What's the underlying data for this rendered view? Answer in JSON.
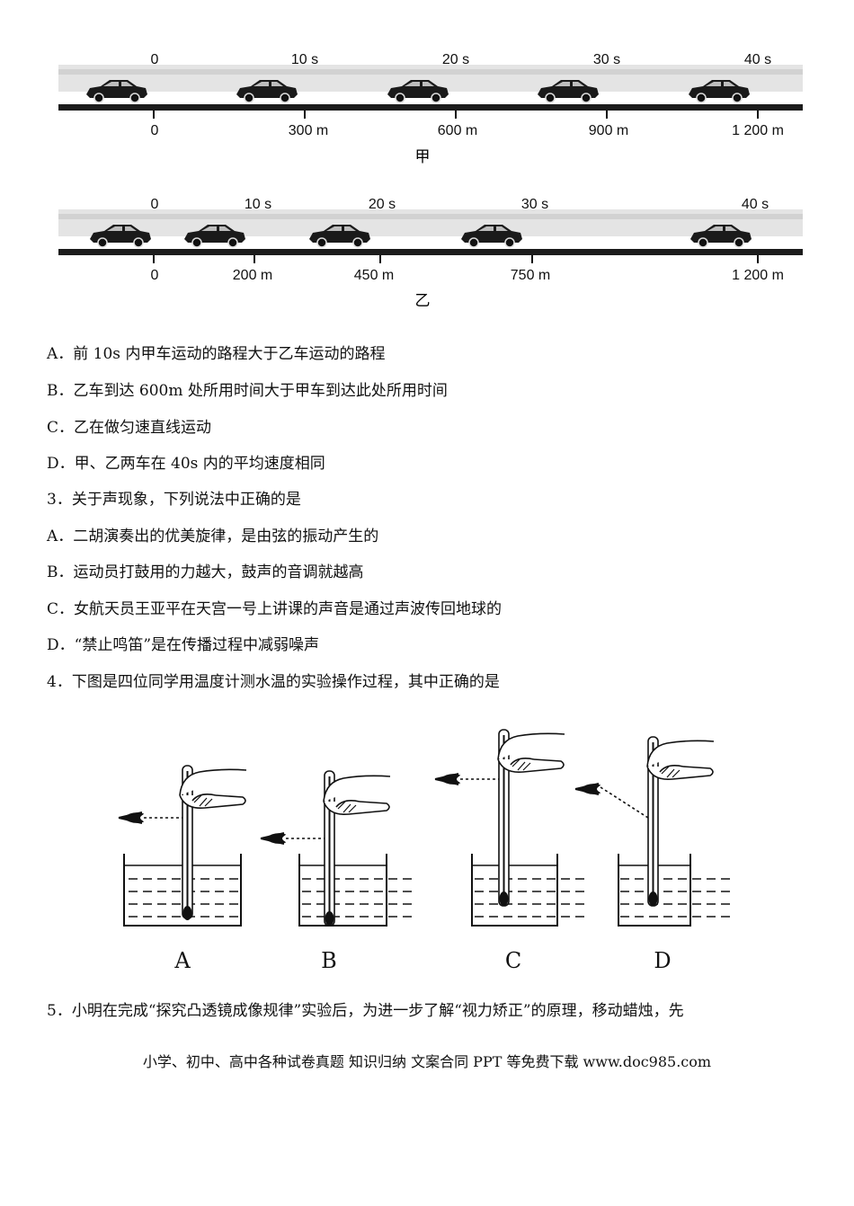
{
  "motion_figure": {
    "jia": {
      "caption": "甲",
      "times": [
        "0",
        "10 s",
        "20 s",
        "30 s",
        "40 s"
      ],
      "distances": [
        "0",
        "300 m",
        "600 m",
        "900 m",
        "1 200 m"
      ]
    },
    "yi": {
      "caption": "乙",
      "times": [
        "0",
        "10 s",
        "20 s",
        "30 s",
        "40 s"
      ],
      "distances": [
        "0",
        "200 m",
        "450 m",
        "750 m",
        "1 200 m"
      ]
    }
  },
  "q2_options": [
    "A．前 10s 内甲车运动的路程大于乙车运动的路程",
    "B．乙车到达 600m 处所用时间大于甲车到达此处所用时间",
    "C．乙在做匀速直线运动",
    "D．甲、乙两车在 40s 内的平均速度相同"
  ],
  "q3": {
    "stem": "3．关于声现象，下列说法中正确的是",
    "options": [
      "A．二胡演奏出的优美旋律，是由弦的振动产生的",
      "B．运动员打鼓用的力越大，鼓声的音调就越高",
      "C．女航天员王亚平在天宫一号上讲课的声音是通过声波传回地球的",
      "D．“禁止鸣笛”是在传播过程中减弱噪声"
    ]
  },
  "q4": {
    "stem": "4．下图是四位同学用温度计测水温的实验操作过程，其中正确的是",
    "labels": [
      "A",
      "B",
      "C",
      "D"
    ]
  },
  "q5": {
    "stem": "5．小明在完成“探究凸透镜成像规律”实验后，为进一步了解“视力矫正”的原理，移动蜡烛，先"
  },
  "footer": "小学、初中、高中各种试卷真题 知识归纳 文案合同 PPT 等免费下载   www.doc985.com"
}
